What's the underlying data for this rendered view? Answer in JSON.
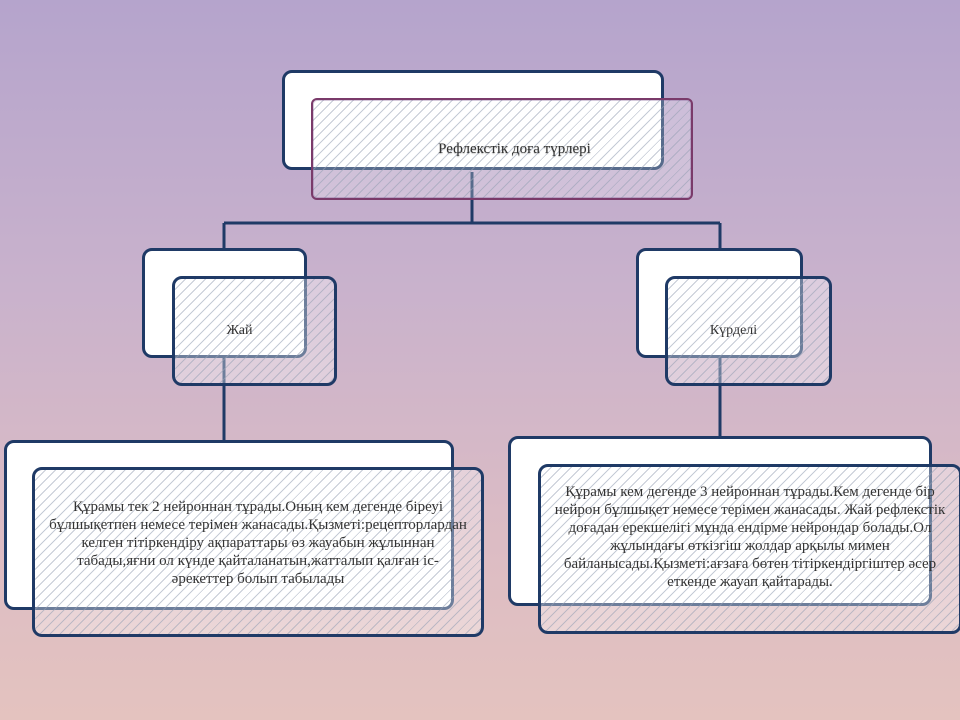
{
  "diagram": {
    "root": {
      "label": "Рефлекстік доға түрлері"
    },
    "branches": [
      {
        "label": "Жай",
        "description": "Құрамы тек 2 нейроннан тұрады.Оның  кем дегенде біреуі бұлшықетпен немесе терімен жанасады.Қызметі:рецепторлардан келген тітіркендіру ақпараттары өз жауабын жұлыннан табады,яғни ол күнде қайталанатын,жатталып қалған іс-әрекеттер болып табылады"
      },
      {
        "label": "Күрделі",
        "description": "Құрамы кем дегенде 3 нейроннан тұрады.Кем дегенде бір нейрон бұлшықет немесе терімен жанасады. Жай рефлекстік доғадан ерекшелігі мұнда ендірме нейрондар болады.Ол жұлындағы өткізгіш жолдар арқылы мимен байланысады.Қызметі:ағзаға бөтен тітіркендіргіштер әсер еткенде жауап қайтарады."
      }
    ]
  },
  "colors": {
    "border": "#1f3a66",
    "root_overlay_border": "#7a3a6a",
    "background_top": "#b5a4cc",
    "background_bottom": "#e4c3bf"
  }
}
